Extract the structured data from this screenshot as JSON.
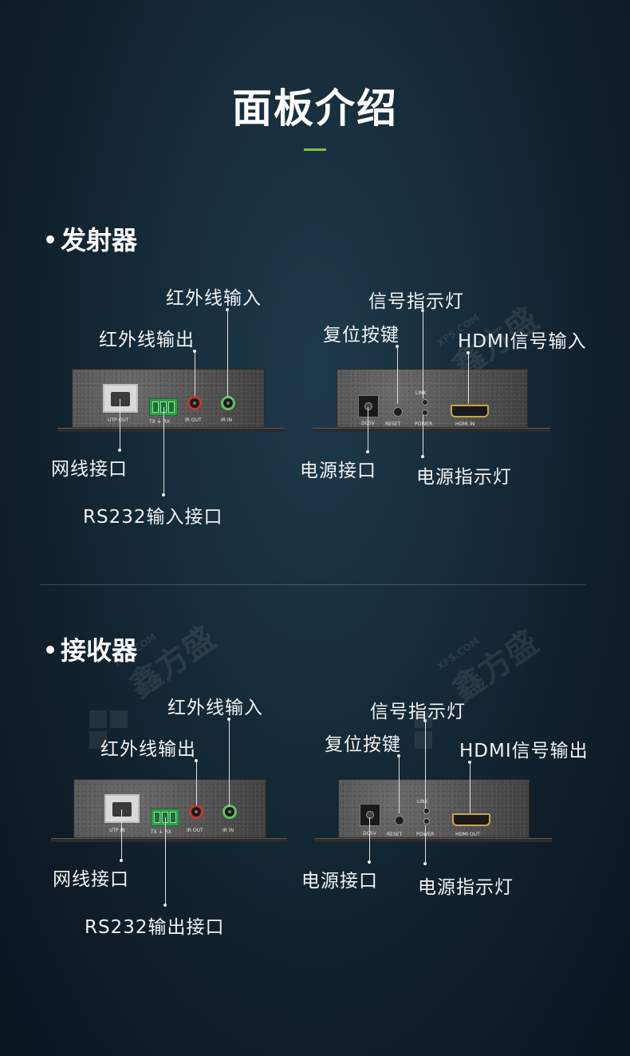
{
  "title": "面板介绍",
  "accent_color": "#7dc242",
  "watermark": {
    "brand": "鑫方盛",
    "site": "XFS.COM"
  },
  "transmitter": {
    "section_title": "发射器",
    "labels": {
      "ir_in": "红外线输入",
      "ir_out": "红外线输出",
      "network": "网线接口",
      "rs232": "RS232输入接口",
      "signal_led": "信号指示灯",
      "reset": "复位按键",
      "hdmi": "HDMI信号输入",
      "power": "电源接口",
      "power_led": "电源指示灯"
    },
    "silkscreen": {
      "utp": "UTP OUT",
      "txrx": "TX ⏚ RX",
      "irout": "IR OUT",
      "irin": "IR IN",
      "dc": "DC5V",
      "reset": "RESET",
      "link": "LINK",
      "power": "POWER",
      "hdmi": "HDMI IN"
    }
  },
  "receiver": {
    "section_title": "接收器",
    "labels": {
      "ir_in": "红外线输入",
      "ir_out": "红外线输出",
      "network": "网线接口",
      "rs232": "RS232输出接口",
      "signal_led": "信号指示灯",
      "reset": "复位按键",
      "hdmi": "HDMI信号输出",
      "power": "电源接口",
      "power_led": "电源指示灯"
    },
    "silkscreen": {
      "utp": "UTP IN",
      "txrx": "TX ⏚ RX",
      "irout": "IR OUT",
      "irin": "IR IN",
      "dc": "DC5V",
      "reset": "RESET",
      "link": "LINK",
      "power": "POWER",
      "hdmi": "HDMI OUT"
    }
  }
}
